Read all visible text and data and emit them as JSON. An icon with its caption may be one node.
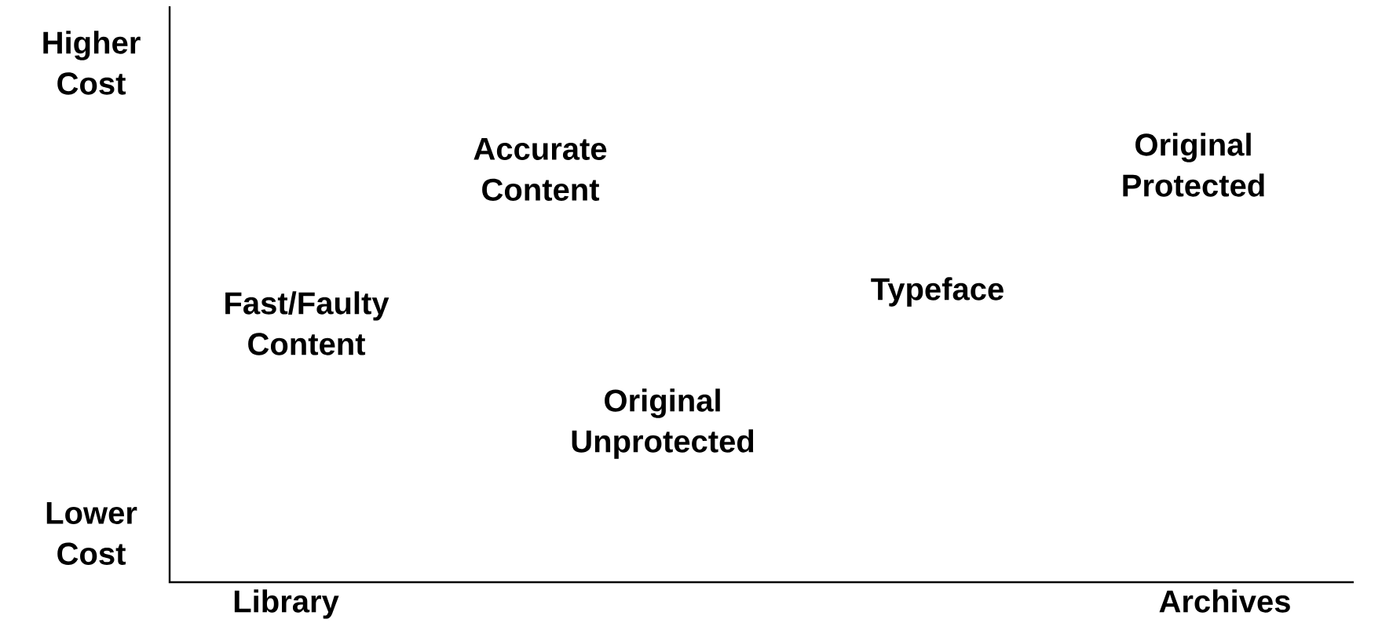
{
  "diagram": {
    "labels": [
      "Higher Cost",
      "Accurate Content",
      "Original Protected",
      "Fast/Faulty Content",
      "Typeface",
      "Original Unprotected",
      "Lower Cost",
      "Library",
      "Archives"
    ]
  }
}
